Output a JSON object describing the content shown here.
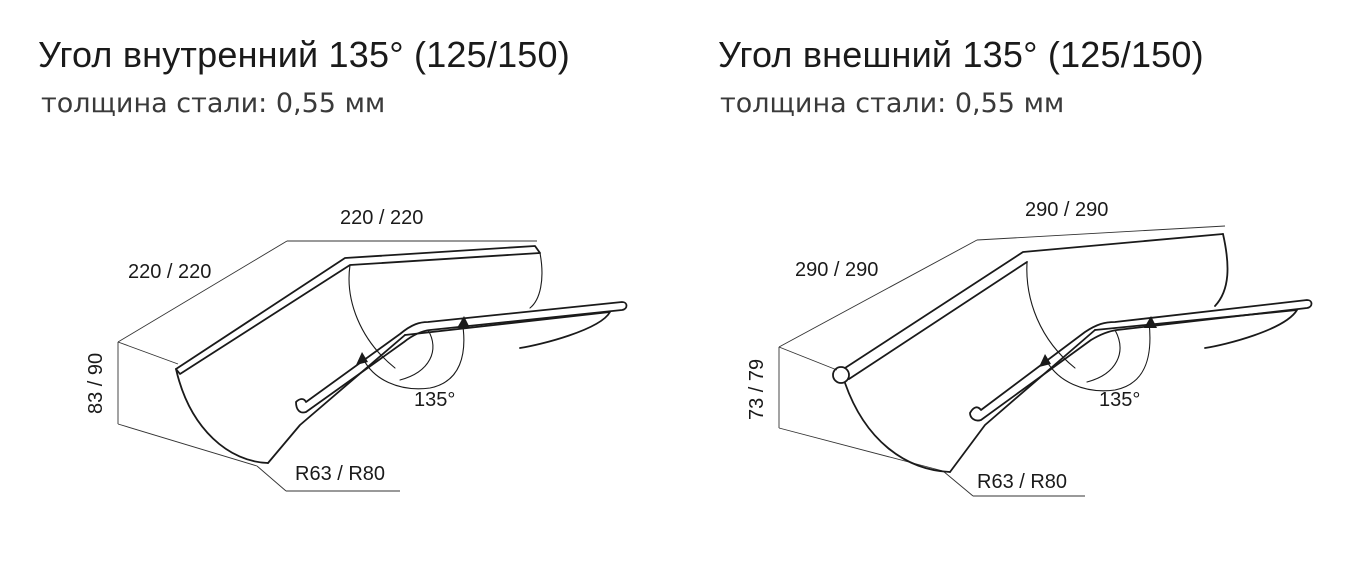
{
  "left": {
    "title": "Угол внутренний 135° (125/150)",
    "subtitle": "толщина стали: 0,55 мм",
    "dims": {
      "top_length": "220 / 220",
      "side_length": "220 / 220",
      "height": "83 / 90",
      "angle": "135°",
      "radius": "R63 / R80"
    }
  },
  "right": {
    "title": "Угол внешний 135° (125/150)",
    "subtitle": "толщина стали: 0,55 мм",
    "dims": {
      "top_length": "290 / 290",
      "side_length": "290 / 290",
      "height": "73 / 79",
      "angle": "135°",
      "radius": "R63 / R80"
    }
  }
}
